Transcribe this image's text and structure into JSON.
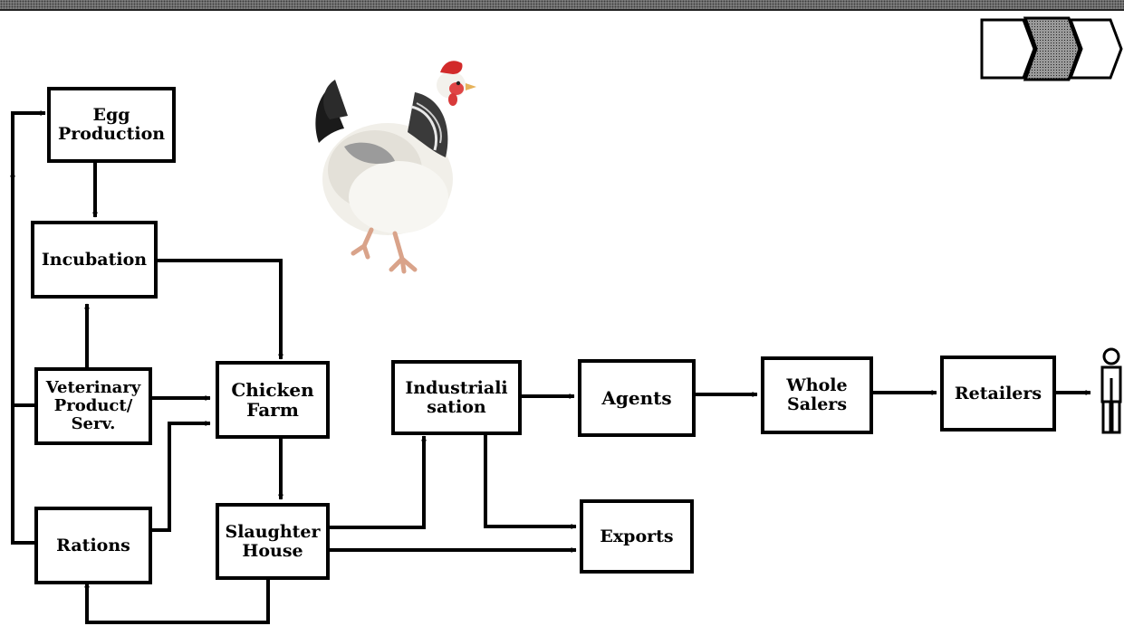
{
  "diagram": {
    "title": "Poultry value chain",
    "nodes": {
      "egg_production": "Egg\nProduction",
      "incubation": "Incubation",
      "veterinary": "Veterinary\nProduct/\nServ.",
      "chicken_farm": "Chicken\nFarm",
      "rations": "Rations",
      "slaughter_house": "Slaughter\nHouse",
      "industrialisation": "Industriali\nsation",
      "agents": "Agents",
      "whole_salers": "Whole\nSalers",
      "retailers": "Retailers",
      "exports": "Exports"
    },
    "flows": [
      {
        "from": "Egg Production",
        "to": "Incubation"
      },
      {
        "from": "Veterinary Product/Serv.",
        "to": "Incubation"
      },
      {
        "from": "Veterinary Product/Serv.",
        "to": "Egg Production"
      },
      {
        "from": "Veterinary Product/Serv.",
        "to": "Chicken Farm"
      },
      {
        "from": "Incubation",
        "to": "Chicken Farm"
      },
      {
        "from": "Rations",
        "to": "Chicken Farm"
      },
      {
        "from": "Rations",
        "to": "Egg Production"
      },
      {
        "from": "Chicken Farm",
        "to": "Slaughter House"
      },
      {
        "from": "Slaughter House",
        "to": "Industrialisation"
      },
      {
        "from": "Slaughter House",
        "to": "Exports"
      },
      {
        "from": "Slaughter House",
        "to": "Rations"
      },
      {
        "from": "Industrialisation",
        "to": "Agents"
      },
      {
        "from": "Industrialisation",
        "to": "Exports"
      },
      {
        "from": "Agents",
        "to": "Whole Salers"
      },
      {
        "from": "Whole Salers",
        "to": "Retailers"
      },
      {
        "from": "Retailers",
        "to": "Consumer"
      }
    ],
    "icons": {
      "photo": "chicken-photo",
      "consumer": "person-icon",
      "progress": "chevron-arrows-icon"
    }
  }
}
